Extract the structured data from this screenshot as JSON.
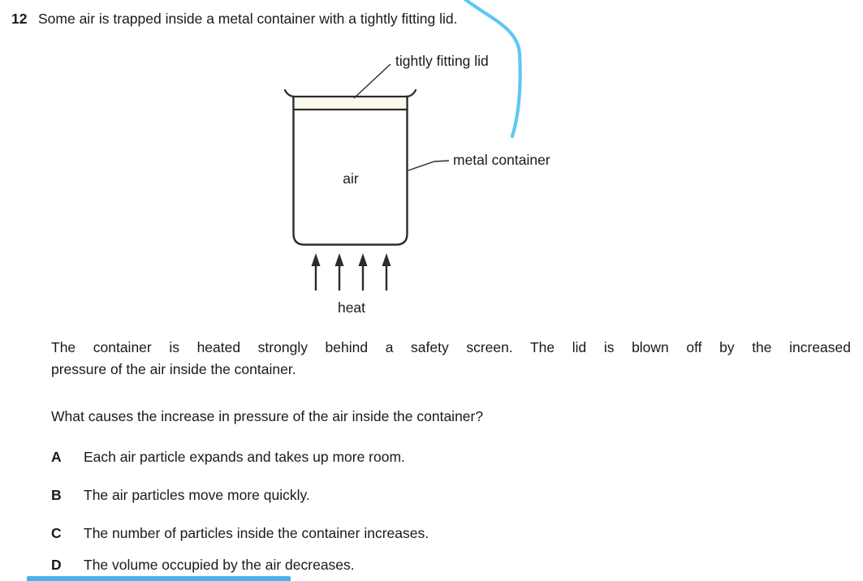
{
  "question": {
    "number": "12",
    "text": "Some air is trapped inside a metal container with a tightly fitting lid."
  },
  "diagram": {
    "labels": {
      "lid": "tightly fitting lid",
      "container": "metal container",
      "air": "air",
      "heat": "heat"
    },
    "colors": {
      "line": "#2b2b2b",
      "lid_fill": "#fcf8ee",
      "annotation_blue": "#5ec8f2",
      "bottom_bar_blue": "#47b1ef"
    }
  },
  "intro": {
    "lines": [
      "The container is heated strongly behind a safety screen. The lid is blown off by the increased",
      "pressure of the air inside the container."
    ]
  },
  "prompt": {
    "text": "What causes the increase in pressure of the air inside the container?"
  },
  "options": [
    {
      "letter": "A",
      "text": "Each air particle expands and takes up more room."
    },
    {
      "letter": "B",
      "text": "The air particles move more quickly."
    },
    {
      "letter": "C",
      "text": "The number of particles inside the container increases."
    },
    {
      "letter": "D",
      "text": "The volume occupied by the air decreases."
    }
  ]
}
